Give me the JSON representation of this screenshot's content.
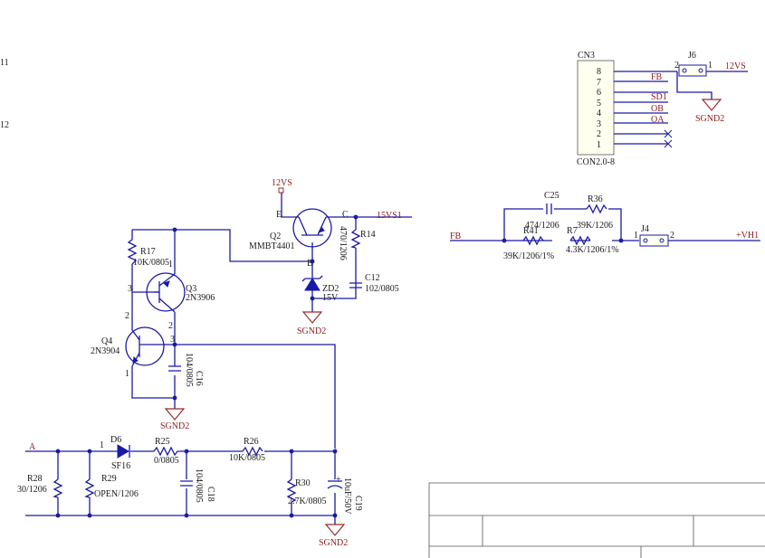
{
  "edge_labels": {
    "top": "11",
    "mid": "12"
  },
  "components": {
    "cn3": {
      "ref": "CN3",
      "value": "CON2.0-8",
      "pins": [
        "8",
        "7",
        "6",
        "5",
        "4",
        "3",
        "2",
        "1"
      ]
    },
    "j6": {
      "ref": "J6",
      "pin_left": "2",
      "pin_right": "1"
    },
    "j4": {
      "ref": "J4",
      "pin_left": "1",
      "pin_right": "2"
    },
    "c25": {
      "ref": "C25",
      "value": "474/1206"
    },
    "r36": {
      "ref": "R36",
      "value": "39K/1206"
    },
    "r41": {
      "ref": "R41",
      "value": "39K/1206/1%"
    },
    "r7": {
      "ref": "R7",
      "value": "4.3K/1206/1%"
    },
    "q2": {
      "ref": "Q2",
      "value": "MMBT4401",
      "pin_e": "E",
      "pin_c": "C",
      "pin_b": "B"
    },
    "r14": {
      "ref": "R14",
      "value": "470/1206"
    },
    "zd2": {
      "ref": "ZD2",
      "value": "15V"
    },
    "c12": {
      "ref": "C12",
      "value": "102/0805"
    },
    "r17": {
      "ref": "R17",
      "value": "10K/0805"
    },
    "q3": {
      "ref": "Q3",
      "value": "2N3906",
      "pin1": "1",
      "pin2": "2",
      "pin3": "3"
    },
    "q4": {
      "ref": "Q4",
      "value": "2N3904",
      "pin1": "1",
      "pin2": "2",
      "pin3": "3"
    },
    "c16": {
      "ref": "C16",
      "value": "104/0805"
    },
    "d6": {
      "ref": "D6",
      "value": "SF16",
      "pin": "1"
    },
    "r25": {
      "ref": "R25",
      "value": "0/0805"
    },
    "r26": {
      "ref": "R26",
      "value": "10K/0805"
    },
    "r28": {
      "ref": "R28",
      "value": "30/1206"
    },
    "r29": {
      "ref": "R29",
      "value": "OPEN/1206"
    },
    "c18": {
      "ref": "C18",
      "value": "104/0805"
    },
    "r30": {
      "ref": "R30",
      "value": "2.7K/0805"
    },
    "c19": {
      "ref": "C19",
      "value": "10uF/50V",
      "plus": "+"
    }
  },
  "nets": {
    "fb1": "FB",
    "fb2": "FB",
    "sd1": "SD1",
    "ob": "OB",
    "oa": "OA",
    "v12_right": "12VS",
    "v12_top": "12VS",
    "v15": "15VS1",
    "vh1": "+VH1",
    "a": "A",
    "sgnd_j6": "SGND2",
    "sgnd_zd2": "SGND2",
    "sgnd_c16": "SGND2",
    "sgnd_bottom": "SGND2"
  },
  "colors": {
    "wire": "#1a1aa6",
    "net": "#8b1a1a",
    "ground": "#9a2a2a"
  }
}
